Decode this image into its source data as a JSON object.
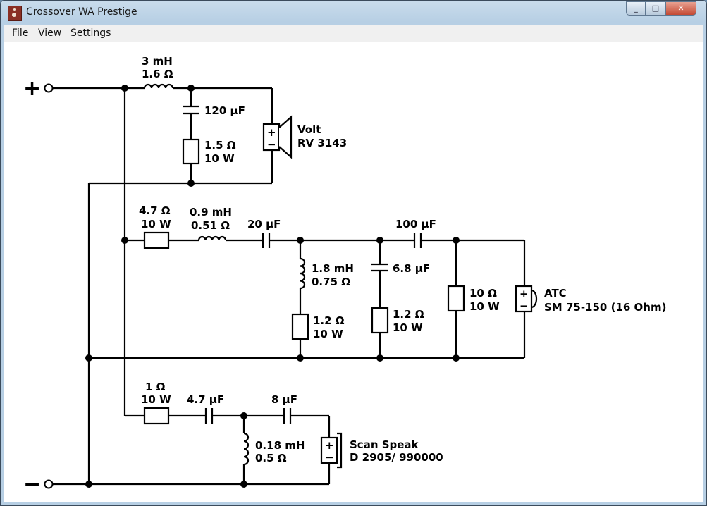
{
  "window": {
    "title": "Crossover WA Prestige",
    "min": "_",
    "max": "□",
    "close": "✕"
  },
  "menu": [
    "File",
    "View",
    "Settings"
  ],
  "terminals": {
    "plus": "+",
    "minus": "−"
  },
  "tweeter": {
    "inductor": [
      "3 mH",
      "1.6 Ω"
    ],
    "cap": "120 µF",
    "res": [
      "1.5 Ω",
      "10 W"
    ],
    "speaker": [
      "Volt",
      "RV 3143"
    ]
  },
  "mid": {
    "res": [
      "4.7 Ω",
      "10 W"
    ],
    "inductor1": [
      "0.9 mH",
      "0.51 Ω"
    ],
    "cap1": "20 µF",
    "inductor2": [
      "1.8 mH",
      "0.75 Ω"
    ],
    "res2": [
      "1.2 Ω",
      "10 W"
    ],
    "cap2": "6.8 µF",
    "res3": [
      "1.2 Ω",
      "10 W"
    ],
    "cap3": "100 µF",
    "res4": [
      "10 Ω",
      "10 W"
    ],
    "speaker": [
      "ATC",
      "SM 75-150 (16 Ohm)"
    ]
  },
  "high": {
    "res": [
      "1 Ω",
      "10 W"
    ],
    "cap1": "4.7 µF",
    "cap2": "8 µF",
    "inductor": [
      "0.18 mH",
      "0.5 Ω"
    ],
    "speaker": [
      "Scan Speak",
      "D 2905/ 990000"
    ]
  },
  "speaker_marks": {
    "plus": "+",
    "minus": "−"
  }
}
